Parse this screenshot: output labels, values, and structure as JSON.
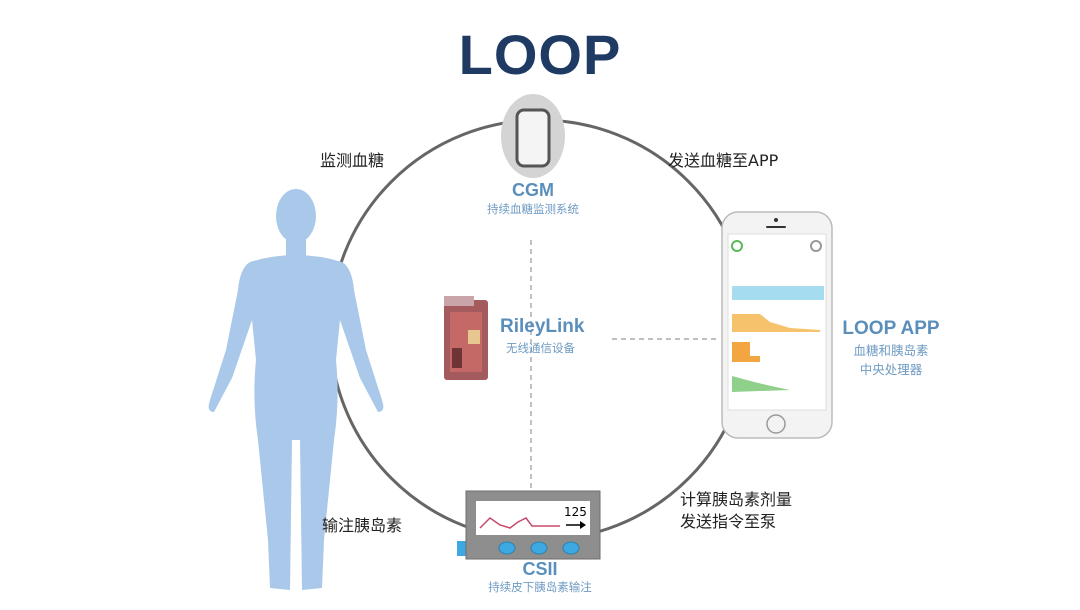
{
  "title": "LOOP",
  "arc_labels": {
    "monitor": "监测血糖",
    "send_to_app": "发送血糖至APP",
    "infuse": "输注胰岛素",
    "calc_line1": "计算胰岛素剂量",
    "calc_line2": "发送指令至泵"
  },
  "devices": {
    "cgm": {
      "name": "CGM",
      "desc": "持续血糖监测系统"
    },
    "rileylink": {
      "name": "RileyLink",
      "desc": "无线通信设备"
    },
    "app": {
      "name": "LOOP APP",
      "desc_line1": "血糖和胰岛素",
      "desc_line2": "中央处理器"
    },
    "csii": {
      "name": "CSII",
      "desc": "持续皮下胰岛素输注",
      "screen_value": "125"
    }
  },
  "colors": {
    "title": "#1f3a63",
    "device_label": "#5b8fbb",
    "body": "#a9c8ea",
    "circle": "#666666",
    "pump_button": "#3ea8e0"
  }
}
